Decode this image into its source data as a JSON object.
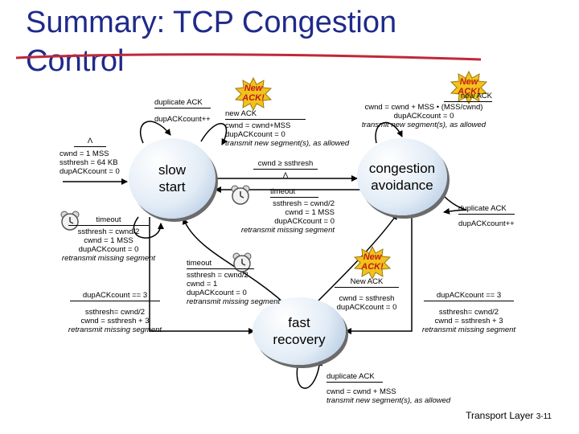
{
  "slide": {
    "title_line1": "Summary: TCP Congestion",
    "title_line2": "Control",
    "footer_label": "Transport Layer",
    "footer_page": "3-11"
  },
  "states": {
    "slow_start": "slow start",
    "congestion_avoidance": "congestion avoidance",
    "fast_recovery": "fast recovery"
  },
  "badges": {
    "new_ack": "New ACK!"
  },
  "transitions": {
    "init": {
      "event": "Λ",
      "actions": [
        "cwnd = 1 MSS",
        "ssthresh = 64 KB",
        "dupACKcount = 0"
      ]
    },
    "ss_dup": {
      "event": "duplicate ACK",
      "actions": [
        "dupACKcount++"
      ]
    },
    "ss_new": {
      "event": "new ACK",
      "actions": [
        "cwnd = cwnd+MSS",
        "dupACKcount = 0",
        "transmit new segment(s), as allowed"
      ]
    },
    "ss_timeout": {
      "event": "timeout",
      "actions": [
        "ssthresh = cwnd/2",
        "cwnd = 1 MSS",
        "dupACKcount = 0",
        "retransmit missing segment"
      ]
    },
    "ss_to_ca": {
      "event": "cwnd ≥ ssthresh",
      "actions": [
        "Λ"
      ]
    },
    "ca_new": {
      "event": "new ACK",
      "actions": [
        "cwnd = cwnd + MSS • (MSS/cwnd)",
        "dupACKcount = 0",
        "transmit new segment(s), as allowed"
      ]
    },
    "ca_timeout": {
      "event": "timeout",
      "actions": [
        "ssthresh = cwnd/2",
        "cwnd = 1 MSS",
        "dupACKcount = 0",
        "retransmit missing segment"
      ]
    },
    "ca_dup": {
      "event": "duplicate ACK",
      "actions": [
        "dupACKcount++"
      ]
    },
    "ss_dup3": {
      "event": "dupACKcount == 3",
      "actions": [
        "ssthresh= cwnd/2",
        "cwnd = ssthresh + 3",
        "retransmit missing segment"
      ]
    },
    "ca_dup3": {
      "event": "dupACKcount == 3",
      "actions": [
        "ssthresh= cwnd/2",
        "cwnd = ssthresh + 3",
        "retransmit missing segment"
      ]
    },
    "fr_timeout": {
      "event": "timeout",
      "actions": [
        "ssthresh = cwnd/2",
        "cwnd = 1",
        "dupACKcount = 0",
        "retransmit missing segment"
      ]
    },
    "fr_new": {
      "event": "New ACK",
      "actions": [
        "cwnd = ssthresh",
        "dupACKcount = 0"
      ]
    },
    "fr_dup": {
      "event": "duplicate ACK",
      "actions": [
        "cwnd = cwnd + MSS",
        "transmit new segment(s), as allowed"
      ]
    }
  },
  "colors": {
    "title": "#1f2a8a",
    "title_underline": "#c0283a",
    "badge_star": "#f2c21c",
    "badge_text": "#c21a1a"
  },
  "icons": {
    "new_ack": "starburst-icon",
    "timeout": "alarm-clock-icon"
  }
}
